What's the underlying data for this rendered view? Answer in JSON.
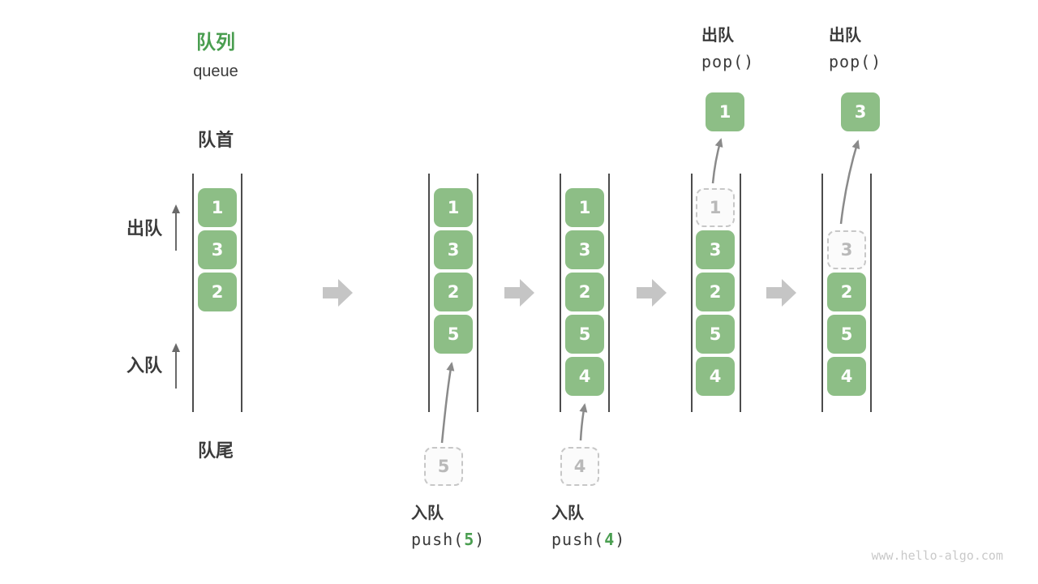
{
  "title": {
    "zh": "队列",
    "en": "queue"
  },
  "labels": {
    "front": "队首",
    "rear": "队尾",
    "dequeue": "出队",
    "enqueue": "入队"
  },
  "watermark": "www.hello-algo.com",
  "colors": {
    "block_green": "#8dbe86",
    "accent_green": "#4a9e50",
    "text_dark": "#3b3b3b",
    "big_arrow_gray": "#c5c5c5",
    "rail_dark": "#4c4c4c",
    "dashed_border": "#c7c7c7",
    "dashed_text": "#b9b9b9",
    "thin_arrow": "#6a6a6a",
    "curve_arrow": "#8a8a8a",
    "watermark_gray": "#c9c9c9"
  },
  "states": [
    {
      "name": "initial",
      "blocks": [
        {
          "value": "1",
          "slot": 0,
          "style": "solid"
        },
        {
          "value": "3",
          "slot": 1,
          "style": "solid"
        },
        {
          "value": "2",
          "slot": 2,
          "style": "solid"
        }
      ]
    },
    {
      "name": "after-push-5",
      "blocks": [
        {
          "value": "1",
          "slot": 0,
          "style": "solid"
        },
        {
          "value": "3",
          "slot": 1,
          "style": "solid"
        },
        {
          "value": "2",
          "slot": 2,
          "style": "solid"
        },
        {
          "value": "5",
          "slot": 3,
          "style": "solid"
        }
      ],
      "pending": {
        "value": "5"
      },
      "op": {
        "label": "入队",
        "code_prefix": "push(",
        "code_arg": "5",
        "code_suffix": ")"
      }
    },
    {
      "name": "after-push-4",
      "blocks": [
        {
          "value": "1",
          "slot": 0,
          "style": "solid"
        },
        {
          "value": "3",
          "slot": 1,
          "style": "solid"
        },
        {
          "value": "2",
          "slot": 2,
          "style": "solid"
        },
        {
          "value": "5",
          "slot": 3,
          "style": "solid"
        },
        {
          "value": "4",
          "slot": 4,
          "style": "solid"
        }
      ],
      "pending": {
        "value": "4"
      },
      "op": {
        "label": "入队",
        "code_prefix": "push(",
        "code_arg": "4",
        "code_suffix": ")"
      }
    },
    {
      "name": "after-pop-1",
      "blocks": [
        {
          "value": "1",
          "slot": 0,
          "style": "ghost"
        },
        {
          "value": "3",
          "slot": 1,
          "style": "solid"
        },
        {
          "value": "2",
          "slot": 2,
          "style": "solid"
        },
        {
          "value": "5",
          "slot": 3,
          "style": "solid"
        },
        {
          "value": "4",
          "slot": 4,
          "style": "solid"
        }
      ],
      "popped": {
        "value": "1"
      },
      "op": {
        "label": "出队",
        "code_prefix": "pop(",
        "code_arg": "",
        "code_suffix": ")"
      }
    },
    {
      "name": "after-pop-3",
      "blocks": [
        {
          "value": "3",
          "slot": 1,
          "style": "ghost"
        },
        {
          "value": "2",
          "slot": 2,
          "style": "solid"
        },
        {
          "value": "5",
          "slot": 3,
          "style": "solid"
        },
        {
          "value": "4",
          "slot": 4,
          "style": "solid"
        }
      ],
      "popped": {
        "value": "3"
      },
      "op": {
        "label": "出队",
        "code_prefix": "pop(",
        "code_arg": "",
        "code_suffix": ")"
      }
    }
  ]
}
